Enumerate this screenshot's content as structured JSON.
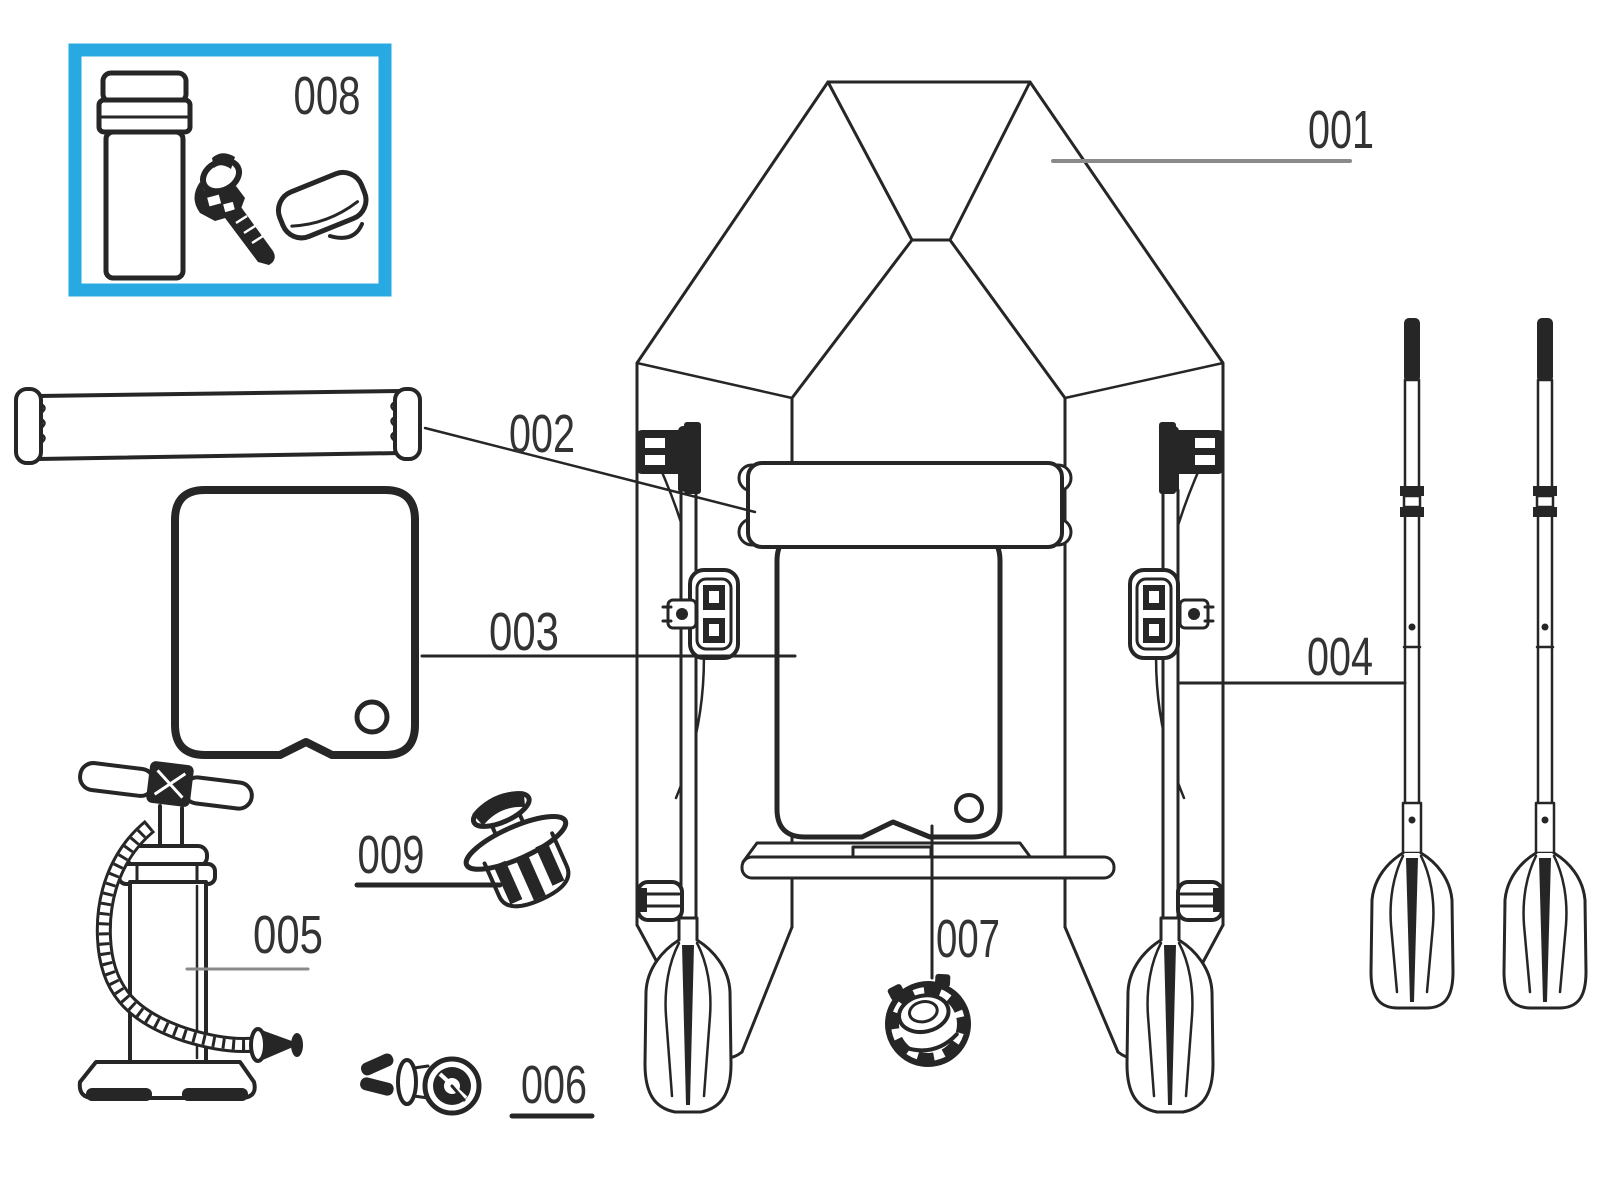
{
  "diagram": {
    "background_color": "#ffffff",
    "ink_color": "#262626",
    "leader_line_gray": "#8a8a8a",
    "label_color": "#333333",
    "highlight_box_color": "#29a9e2",
    "part_labels": [
      "001",
      "002",
      "003",
      "004",
      "005",
      "006",
      "007",
      "008",
      "009"
    ]
  }
}
